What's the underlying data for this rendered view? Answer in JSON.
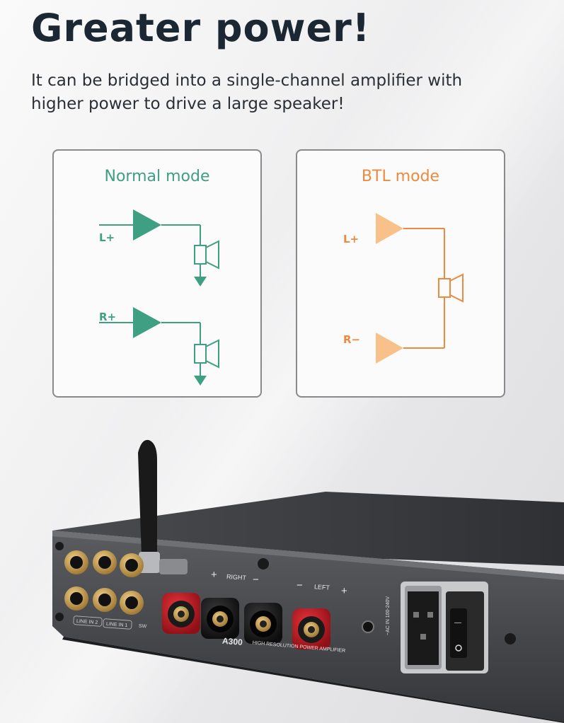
{
  "headline": "Greater power!",
  "description": "It can be bridged into a single-channel amplifier with higher power to drive a large speaker!",
  "normal_mode": {
    "title": "Normal mode",
    "channel_top": "L+",
    "channel_bottom": "R+",
    "color": "#3e9f83"
  },
  "btl_mode": {
    "title": "BTL mode",
    "channel_top": "L+",
    "channel_bottom": "R−",
    "color": "#ec8a3f"
  },
  "amplifier": {
    "line_in_2": "LINE IN 2",
    "line_in_1": "LINE IN 1",
    "sw": "SW",
    "right": "RIGHT",
    "left": "LEFT",
    "plus": "+",
    "minus": "−",
    "ac_in": "~AC IN 100-240V",
    "brand": "A300",
    "model_text": "HIGH RESOLUTION POWER AMPLIFIER"
  }
}
